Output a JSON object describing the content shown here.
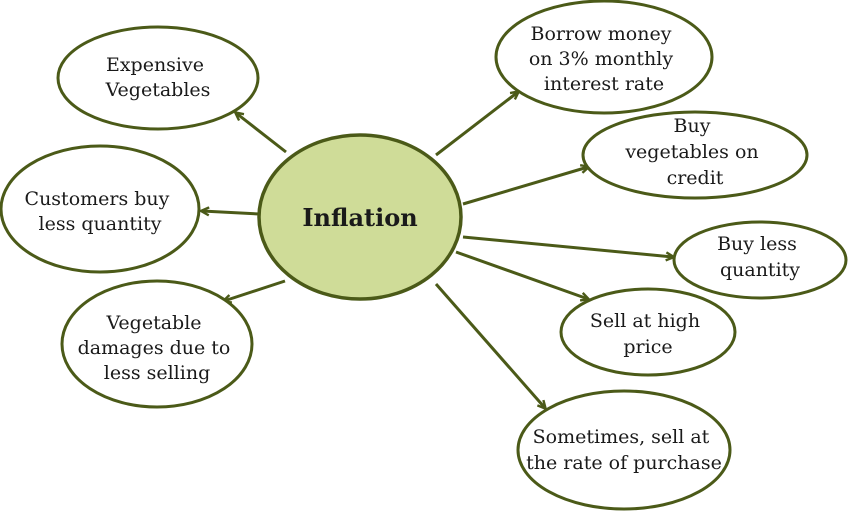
{
  "center": {
    "label": "Inflation"
  },
  "nodes": [
    {
      "id": "expensive-vegetables",
      "lines": [
        "Expensive",
        "Vegetables"
      ]
    },
    {
      "id": "customers-buy-less",
      "lines": [
        "Customers buy",
        "less quantity"
      ]
    },
    {
      "id": "vegetable-damages",
      "lines": [
        "Vegetable",
        "damages due to",
        "less selling"
      ]
    },
    {
      "id": "borrow-money",
      "lines": [
        "Borrow money",
        "on 3% monthly",
        "interest rate"
      ]
    },
    {
      "id": "buy-on-credit",
      "lines": [
        "Buy",
        "vegetables on",
        "credit"
      ]
    },
    {
      "id": "buy-less-quantity",
      "lines": [
        "Buy less",
        "quantity"
      ]
    },
    {
      "id": "sell-high-price",
      "lines": [
        "Sell at high",
        "price"
      ]
    },
    {
      "id": "sell-purchase-rate",
      "lines": [
        "Sometimes, sell at",
        "the rate of purchase"
      ]
    }
  ],
  "colors": {
    "stroke": "#4b5a18",
    "center_fill": "#cfdc98",
    "node_fill": "#ffffff"
  }
}
